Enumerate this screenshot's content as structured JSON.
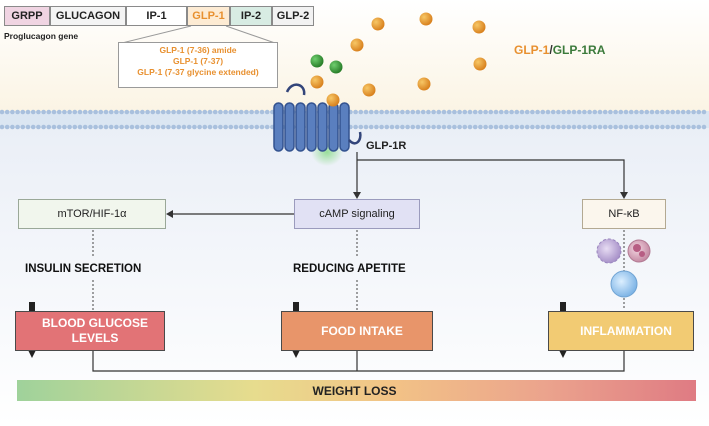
{
  "gene": {
    "segments": [
      {
        "label": "GRPP",
        "color": "#f0d4e2"
      },
      {
        "label": "GLUCAGON",
        "color": "#f4f4f4"
      },
      {
        "label": "IP-1",
        "color": "#ffffff"
      },
      {
        "label": "GLP-1",
        "color": "#fdebd3",
        "text_color": "#e8902f"
      },
      {
        "label": "IP-2",
        "color": "#d8ece3"
      },
      {
        "label": "GLP-2",
        "color": "#f2f2f2"
      }
    ],
    "caption": "Proglucagon gene",
    "callout_lines": [
      "GLP-1 (7-36) amide",
      "GLP-1 (7-37)",
      "GLP-1 (7-37 glycine extended)"
    ]
  },
  "legend": {
    "glp1": "GLP-1",
    "separator": "/",
    "glp1ra": "GLP-1RA"
  },
  "receptor": {
    "label": "GLP-1R"
  },
  "pathways": {
    "mtor": "mTOR/HIF-1α",
    "camp": "cAMP signaling",
    "nfkb": "NF-κB"
  },
  "effects": {
    "insulin": "INSULIN SECRETION",
    "apetite": "REDUCING APETITE"
  },
  "outcomes": {
    "glucose": "BLOOD GLUCOSE LEVELS",
    "food": "FOOD INTAKE",
    "inflammation": "INFLAMMATION"
  },
  "result": {
    "weight_loss": "WEIGHT LOSS"
  },
  "colors": {
    "glp1_ligand": "#e8972b",
    "glp1ra_ligand": "#3a9a3a",
    "receptor": "#4a6fb0",
    "membrane": "#a9c0dd"
  }
}
